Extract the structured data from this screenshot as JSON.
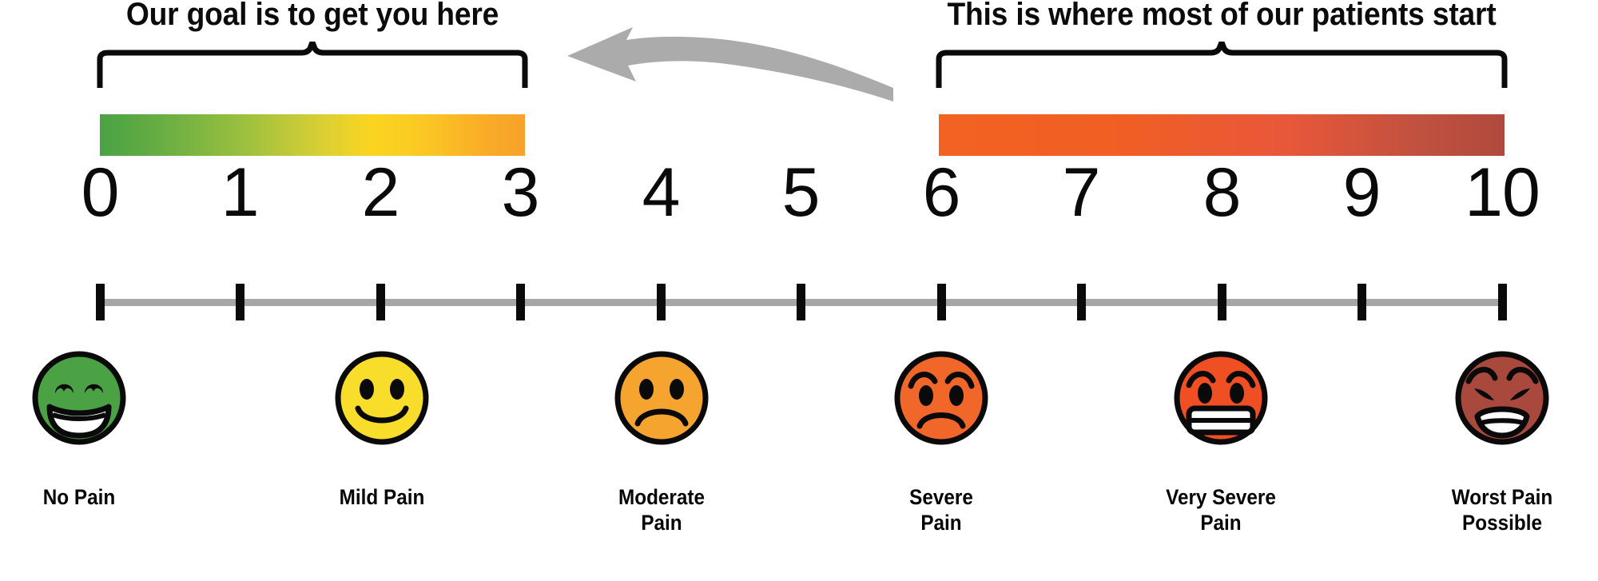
{
  "title": "Numeric Pain Rating Scale 0-10 with faces",
  "annotations": {
    "left_caption": "Our goal is to get you here",
    "right_caption": "This is where most of our patients start",
    "arrow_icon": "curved-arrow-left-icon",
    "arrow_color": "#ababab"
  },
  "scale": {
    "numbers": [
      "0",
      "1",
      "2",
      "3",
      "4",
      "5",
      "6",
      "7",
      "8",
      "9",
      "10"
    ],
    "min": 0,
    "max": 10,
    "axis_color": "#a6a6a6",
    "tick_color": "#0a0a0a"
  },
  "bands": [
    {
      "name": "goal-band",
      "range": "0-3",
      "start_value": 0,
      "end_value": 3,
      "gradient_from": "#4aa245",
      "gradient_mid": "#fbd520",
      "gradient_to": "#f7a22a"
    },
    {
      "name": "patients-start-band",
      "range": "6-10",
      "start_value": 6,
      "end_value": 10,
      "gradient_from": "#f26222",
      "gradient_to": "#b04a3e"
    }
  ],
  "faces": [
    {
      "value": 0,
      "label": "No Pain",
      "icon": "grinning-face-icon",
      "color": "#4aa245",
      "expression": "big open smile with teeth, arched happy eyes"
    },
    {
      "value": 2,
      "label": "Mild Pain",
      "icon": "slightly-smiling-face-icon",
      "color": "#f9dd2b",
      "expression": "simple smile, oval eyes"
    },
    {
      "value": 4,
      "label": "Moderate\nPain",
      "icon": "frowning-face-icon",
      "color": "#f5a430",
      "expression": "frown, oval eyes"
    },
    {
      "value": 6,
      "label": "Severe\nPain",
      "icon": "worried-face-icon",
      "color": "#f1672a",
      "expression": "frown with sloped worried eyebrows"
    },
    {
      "value": 8,
      "label": "Very Severe\nPain",
      "icon": "grimacing-face-icon",
      "color": "#f04e23",
      "expression": "gritted teeth, worried eyebrows"
    },
    {
      "value": 10,
      "label": "Worst Pain\nPossible",
      "icon": "anguished-face-icon",
      "color": "#a9483c",
      "expression": "squinting closed eyes, open anguished mouth"
    }
  ]
}
